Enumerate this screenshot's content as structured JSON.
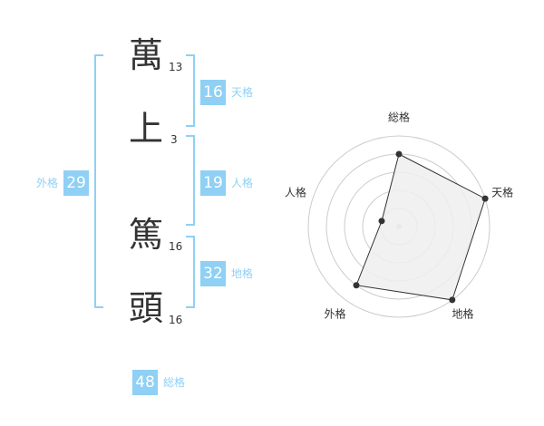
{
  "name": {
    "chars": [
      {
        "char": "萬",
        "strokes": "13"
      },
      {
        "char": "上",
        "strokes": "3"
      },
      {
        "char": "篤",
        "strokes": "16"
      },
      {
        "char": "頭",
        "strokes": "16"
      }
    ]
  },
  "scores": {
    "tenkaku": {
      "value": "16",
      "label": "天格"
    },
    "jinkaku": {
      "value": "19",
      "label": "人格"
    },
    "chikaku": {
      "value": "32",
      "label": "地格"
    },
    "gaikaku": {
      "value": "29",
      "label": "外格"
    },
    "soukaku": {
      "value": "48",
      "label": "総格"
    }
  },
  "colors": {
    "accent": "#8fd0f4",
    "text": "#333333",
    "radar_fill": "#eeeeee",
    "radar_line": "#333333",
    "ring": "#cccccc"
  },
  "chart_data": {
    "type": "radar",
    "axes": [
      "総格",
      "天格",
      "地格",
      "外格",
      "人格"
    ],
    "values": [
      4,
      5,
      5,
      4,
      1
    ],
    "rmax": 5,
    "rings": 5
  }
}
